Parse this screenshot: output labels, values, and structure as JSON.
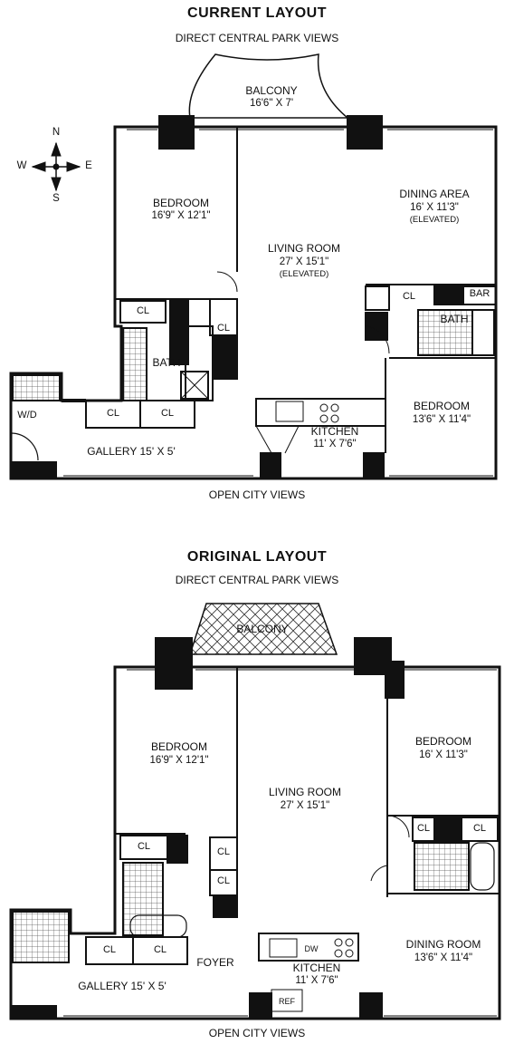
{
  "current": {
    "title": "CURRENT LAYOUT",
    "top_view": "DIRECT CENTRAL PARK VIEWS",
    "bottom_view": "OPEN CITY VIEWS",
    "compass": {
      "n": "N",
      "s": "S",
      "e": "E",
      "w": "W"
    },
    "balcony": {
      "name": "BALCONY",
      "dim": "16'6\" X 7'"
    },
    "bedroom_west": {
      "name": "BEDROOM",
      "dim": "16'9\" X 12'1\""
    },
    "living": {
      "name": "LIVING ROOM",
      "dim": "27' X 15'1\"",
      "note": "(ELEVATED)"
    },
    "dining": {
      "name": "DINING AREA",
      "dim": "16' X 11'3\"",
      "note": "(ELEVATED)"
    },
    "bedroom_east": {
      "name": "BEDROOM",
      "dim": "13'6\" X 11'4\""
    },
    "kitchen": {
      "name": "KITCHEN",
      "dim": "11' X 7'6\""
    },
    "gallery": {
      "name": "GALLERY 15' X 5'"
    },
    "bath_west": "BATH",
    "bath_east": "BATH",
    "bar": "BAR",
    "wd": "W/D",
    "closet": "CL"
  },
  "original": {
    "title": "ORIGINAL LAYOUT",
    "top_view": "DIRECT CENTRAL PARK VIEWS",
    "bottom_view": "OPEN CITY VIEWS",
    "balcony": {
      "name": "BALCONY"
    },
    "bedroom_west": {
      "name": "BEDROOM",
      "dim": "16'9\" X 12'1\""
    },
    "living": {
      "name": "LIVING ROOM",
      "dim": "27' X 15'1\""
    },
    "bedroom_east": {
      "name": "BEDROOM",
      "dim": "16' X 11'3\""
    },
    "dining": {
      "name": "DINING ROOM",
      "dim": "13'6\" X 11'4\""
    },
    "kitchen": {
      "name": "KITCHEN",
      "dim": "11' X 7'6\""
    },
    "gallery": {
      "name": "GALLERY 15' X 5'"
    },
    "foyer": "FOYER",
    "dw": "DW",
    "ref": "REF",
    "closet": "CL"
  }
}
